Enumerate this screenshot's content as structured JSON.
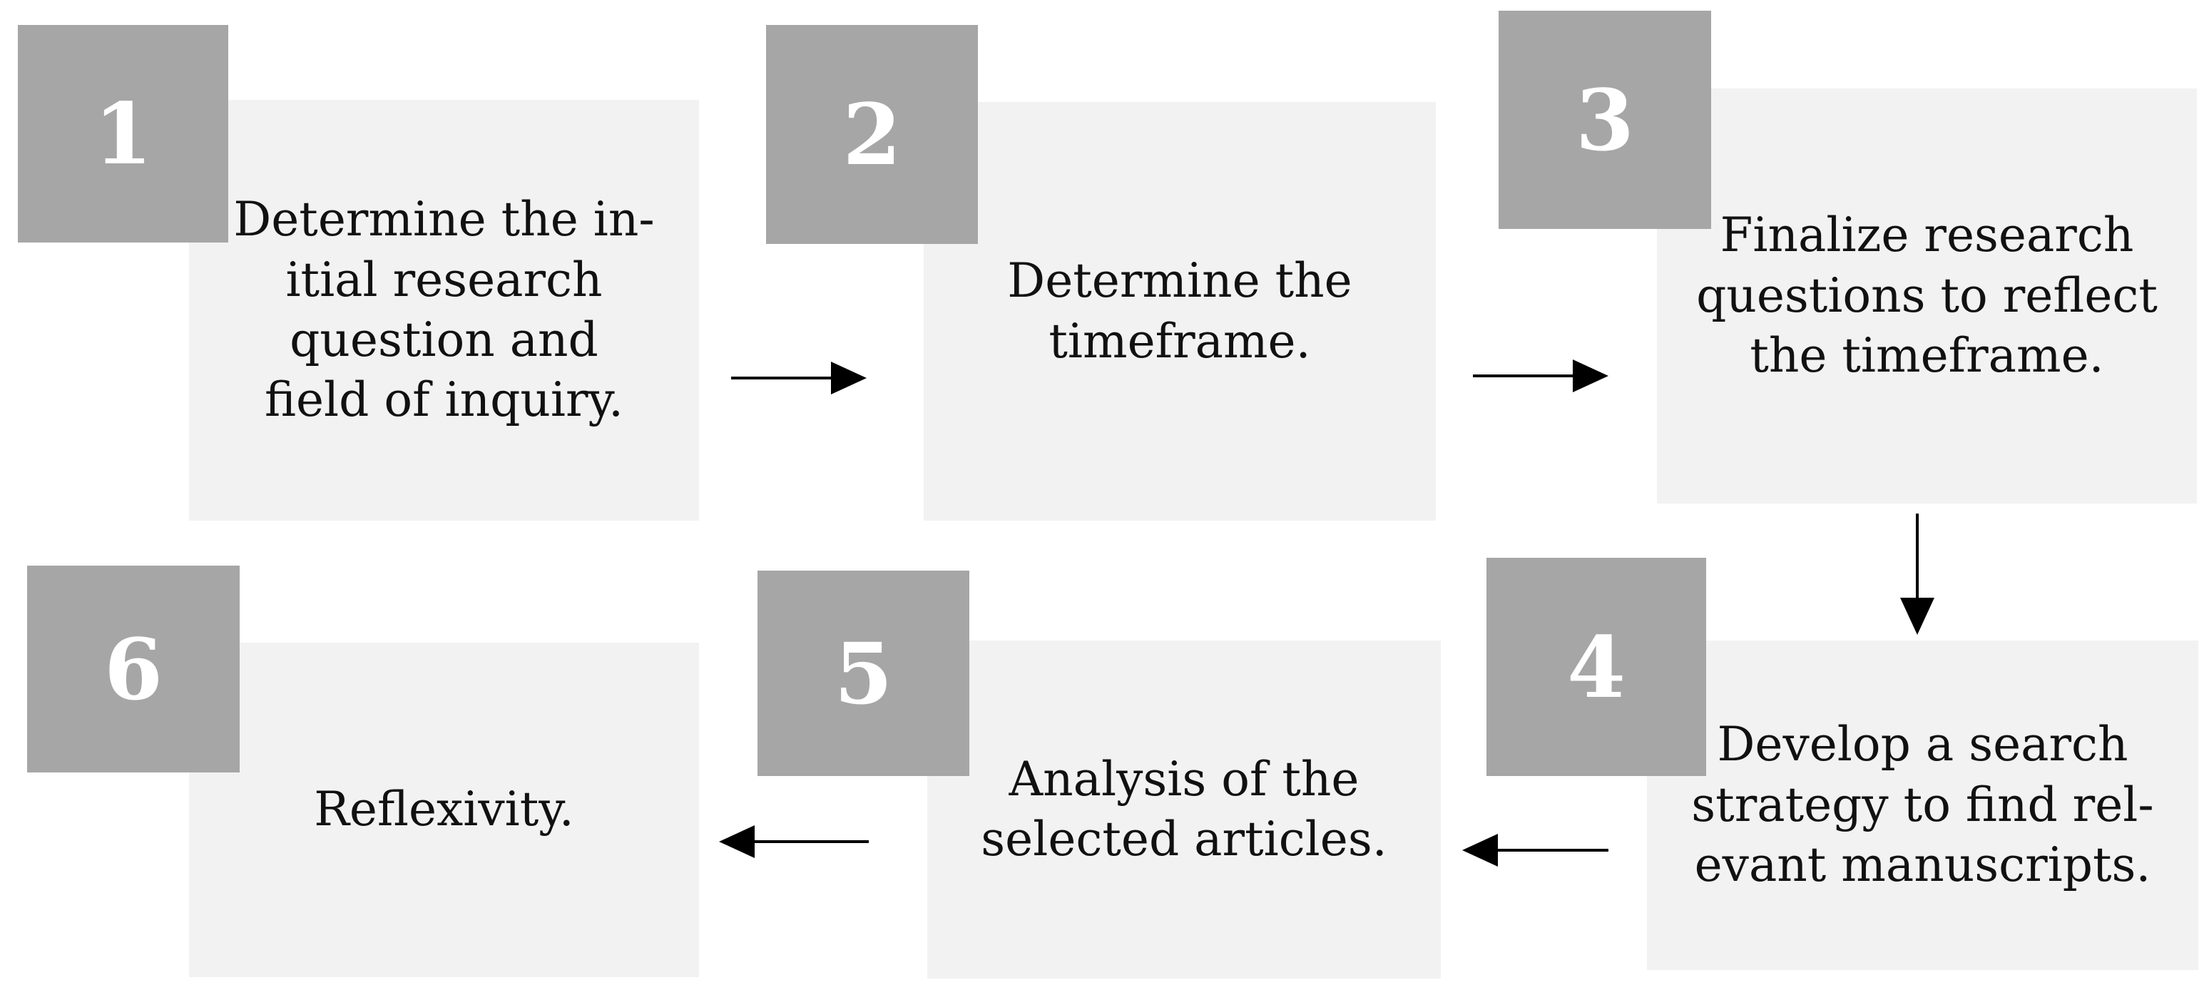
{
  "steps": [
    {
      "number": "1",
      "text": "Determine the in-\nitial research\nquestion and\nfield of inquiry."
    },
    {
      "number": "2",
      "text": "Determine the\ntimeframe."
    },
    {
      "number": "3",
      "text": "Finalize research\nquestions to reflect\nthe timeframe."
    },
    {
      "number": "4",
      "text": "Develop a search\nstrategy to find rel-\nevant manuscripts."
    },
    {
      "number": "5",
      "text": "Analysis of the\nselected articles."
    },
    {
      "number": "6",
      "text": "Reflexivity."
    }
  ],
  "colors": {
    "box_fill": "#f2f2f2",
    "number_fill": "#a6a6a6",
    "number_text": "#ffffff",
    "text": "#111111",
    "arrow": "#000000"
  }
}
